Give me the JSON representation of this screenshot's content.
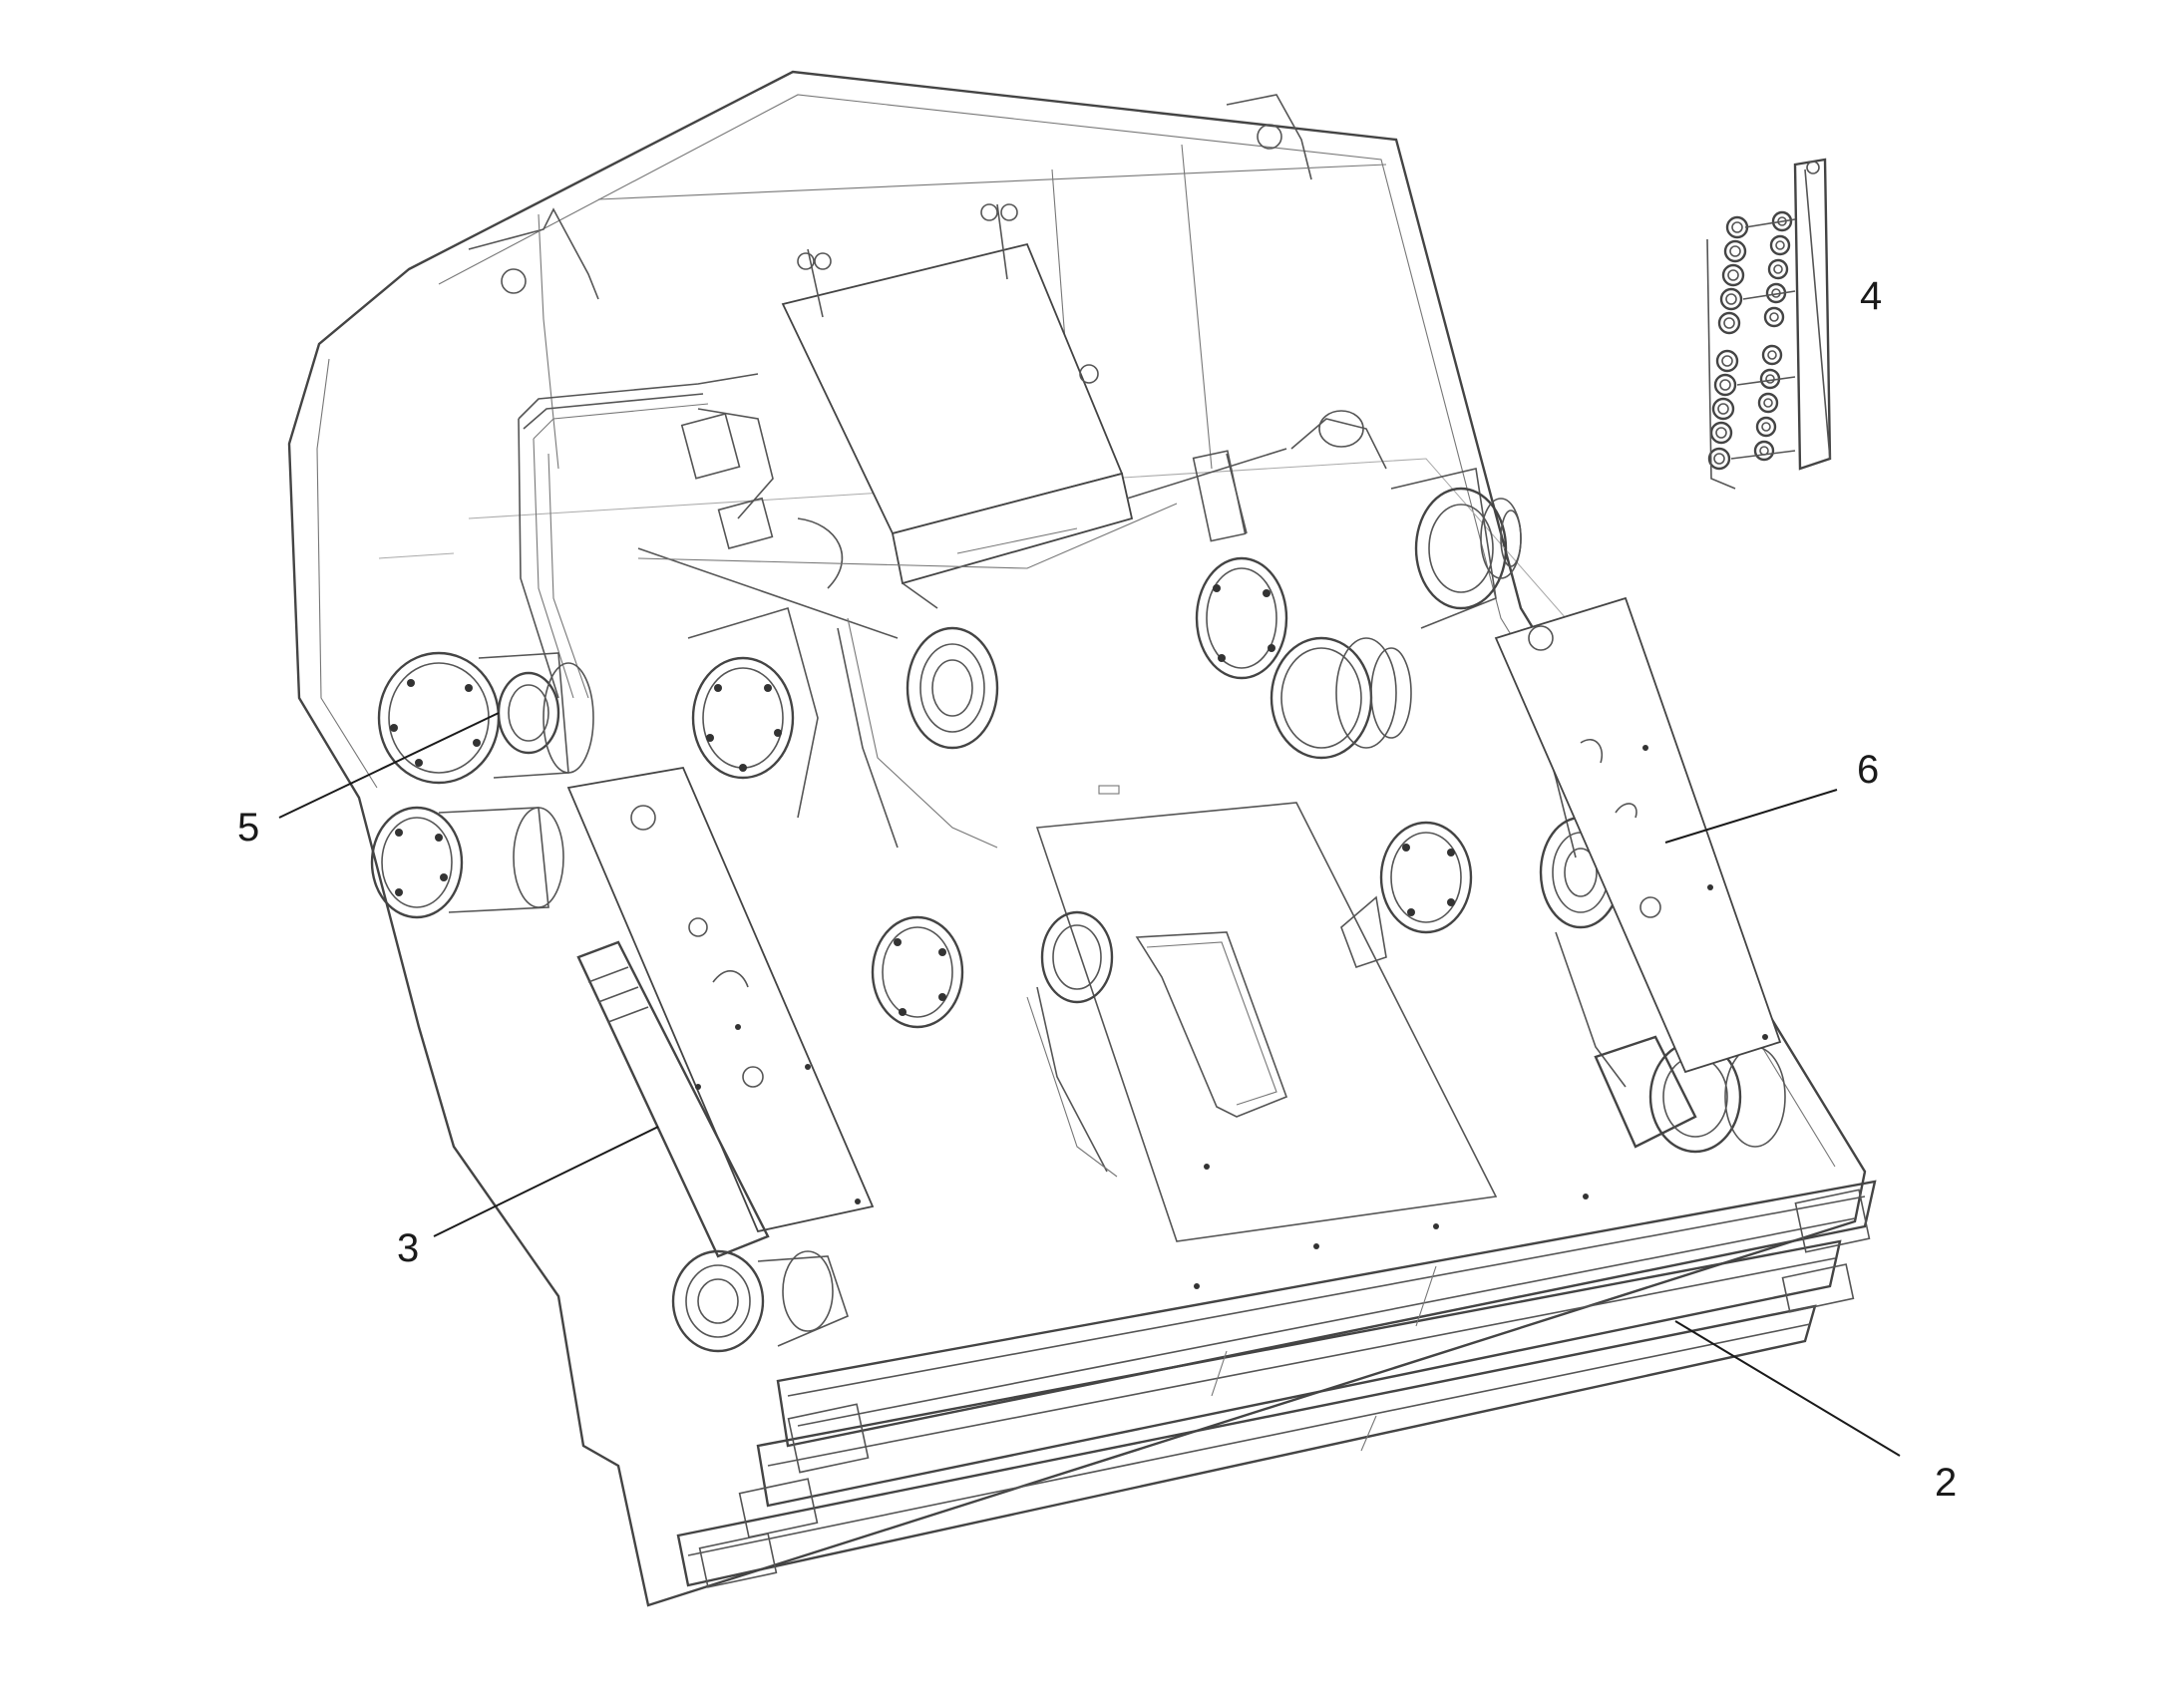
{
  "callouts": [
    {
      "id": "2",
      "label": "2"
    },
    {
      "id": "3",
      "label": "3"
    },
    {
      "id": "4",
      "label": "4"
    },
    {
      "id": "5",
      "label": "5"
    },
    {
      "id": "6",
      "label": "6"
    }
  ],
  "colors": {
    "line": "#444444",
    "background": "#ffffff",
    "label": "#1a1a1a"
  }
}
